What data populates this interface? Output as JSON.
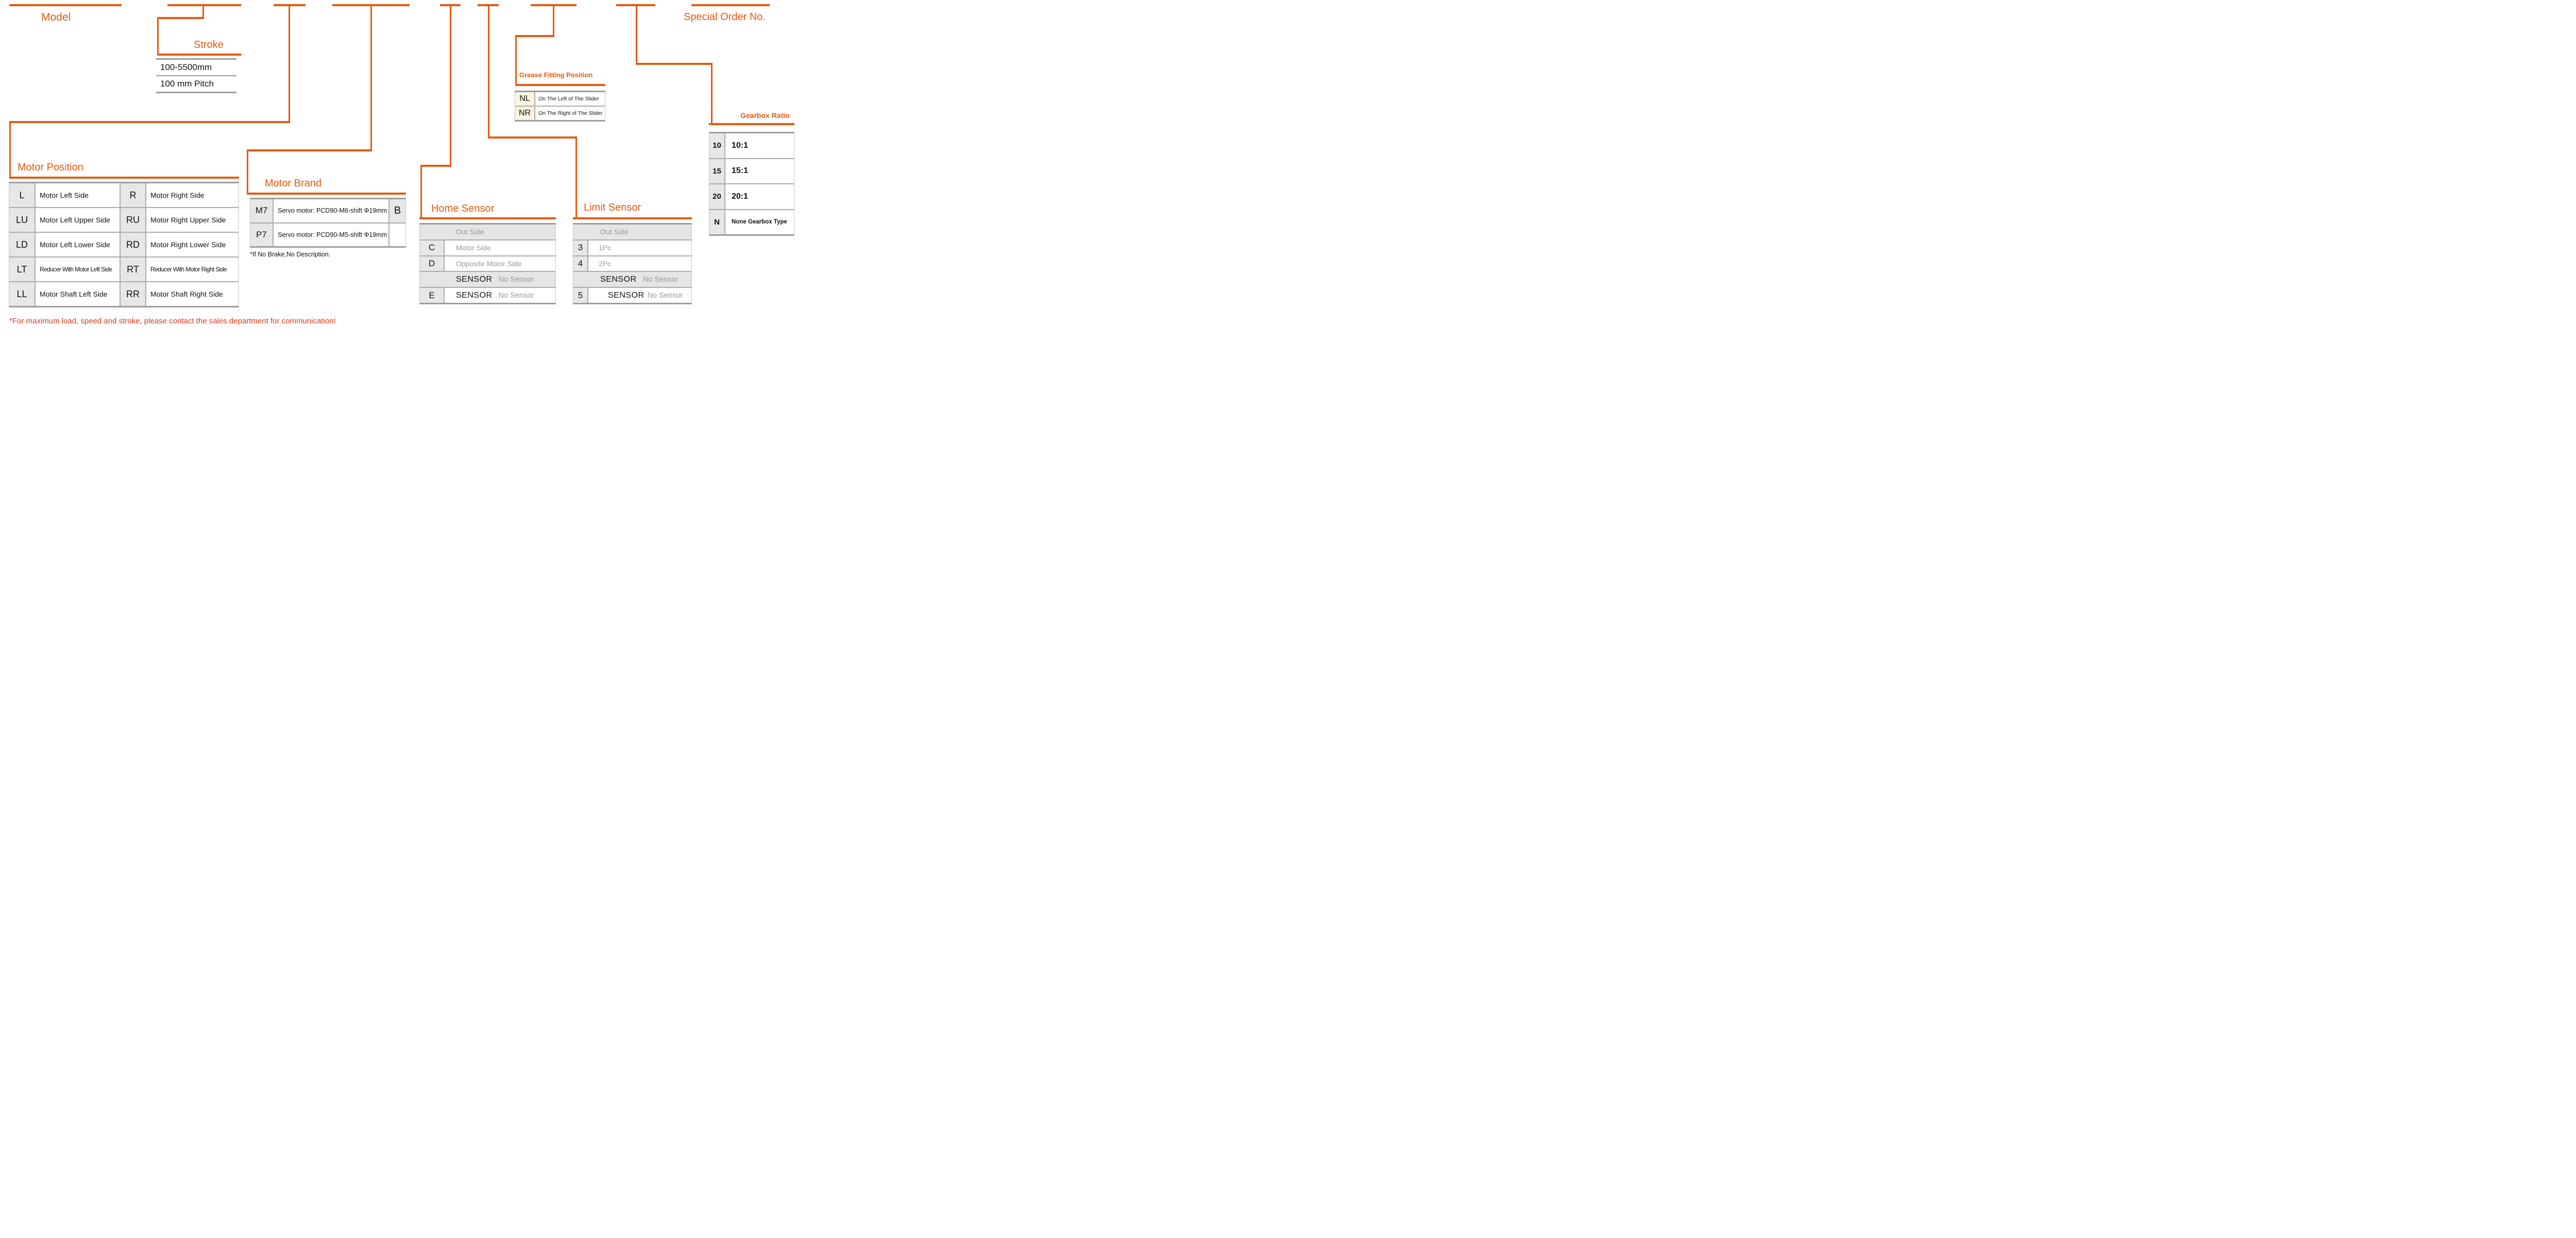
{
  "colors": {
    "accent_orange": "#E7590D",
    "footnote_red": "#DC3A1B",
    "table_border_gray": "#9C9C9C",
    "cell_gray": "#E7E7E7",
    "gray_text": "#9A9A9A",
    "grease_code_cream": "#FBF5DF"
  },
  "sections": {
    "model": {
      "label": "Model"
    },
    "stroke": {
      "label": "Stroke",
      "items": [
        "100-5500mm",
        "100 mm Pitch"
      ]
    },
    "motor_position": {
      "label": "Motor Position",
      "rows": [
        {
          "c1": "L",
          "d1": "Motor Left Side",
          "c2": "R",
          "d2": "Motor Right Side"
        },
        {
          "c1": "LU",
          "d1": "Motor Left Upper Side",
          "c2": "RU",
          "d2": "Motor Right Upper Side"
        },
        {
          "c1": "LD",
          "d1": "Motor Left Lower Side",
          "c2": "RD",
          "d2": "Motor Right Lower Side"
        },
        {
          "c1": "LT",
          "d1": "Reducer With Motor Left Side",
          "c2": "RT",
          "d2": "Reducer With Motor Right Side"
        },
        {
          "c1": "LL",
          "d1": "Motor Shaft Left Side",
          "c2": "RR",
          "d2": "Motor Shaft Right Side"
        }
      ]
    },
    "motor_brand": {
      "label": "Motor Brand",
      "rows": [
        {
          "code": "M7",
          "desc": "Servo motor: PCD90-M6-shift Φ19mm",
          "suffix": "B"
        },
        {
          "code": "P7",
          "desc": "Servo motor: PCD90-M5-shift Φ19mm",
          "suffix": ""
        }
      ],
      "note": "*If No Brake,No Description."
    },
    "home_sensor": {
      "label": "Home Sensor",
      "rows": [
        {
          "code": "",
          "main": "",
          "sub": "Out Side"
        },
        {
          "code": "C",
          "main": "",
          "sub": "Motor Side"
        },
        {
          "code": "D",
          "main": "",
          "sub": "Opposite Motor Side"
        },
        {
          "code": "",
          "main": "SENSOR",
          "sub": "No Sensor"
        },
        {
          "code": "E",
          "main": "SENSOR",
          "sub": "No Sensor"
        }
      ]
    },
    "grease": {
      "label": "Grease Fitting Position",
      "rows": [
        {
          "code": "NL",
          "desc": "On The Left of The Slider"
        },
        {
          "code": "NR",
          "desc": "On The Right of The Slider"
        }
      ]
    },
    "limit_sensor": {
      "label": "Limit Sensor",
      "rows": [
        {
          "code": "",
          "main": "",
          "sub": "Out Side"
        },
        {
          "code": "3",
          "main": "",
          "sub": "1Pc"
        },
        {
          "code": "4",
          "main": "",
          "sub": "2Pc"
        },
        {
          "code": "",
          "main": "SENSOR",
          "sub": "No Sensor"
        },
        {
          "code": "5",
          "main": "SENSOR",
          "sub": "No Sensor"
        }
      ]
    },
    "gearbox": {
      "label": "Gearbox Ratio",
      "rows": [
        {
          "code": "10",
          "desc": "10:1"
        },
        {
          "code": "15",
          "desc": "15:1"
        },
        {
          "code": "20",
          "desc": "20:1"
        },
        {
          "code": "N",
          "desc": "None Gearbox Type"
        }
      ]
    },
    "special_order": {
      "label": "Special Order No."
    }
  },
  "footnote": "*For maximum load, speed and stroke, please contact the sales department for communication!"
}
